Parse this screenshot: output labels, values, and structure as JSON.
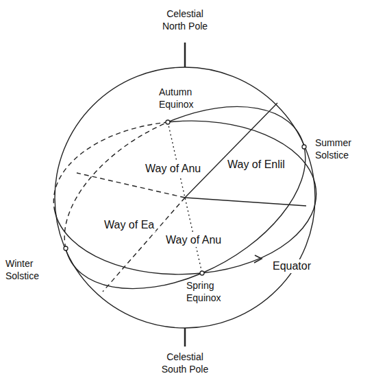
{
  "diagram": {
    "labels": [
      "Celestial North Pole",
      "Autumn Equinox",
      "Summer Solstice",
      "Way of Anu",
      "Way of Enlil",
      "Way of Ea",
      "Way of Anu",
      "Winter Solstice",
      "Equator",
      "Spring Equinox",
      "Celestial South Pole"
    ]
  }
}
